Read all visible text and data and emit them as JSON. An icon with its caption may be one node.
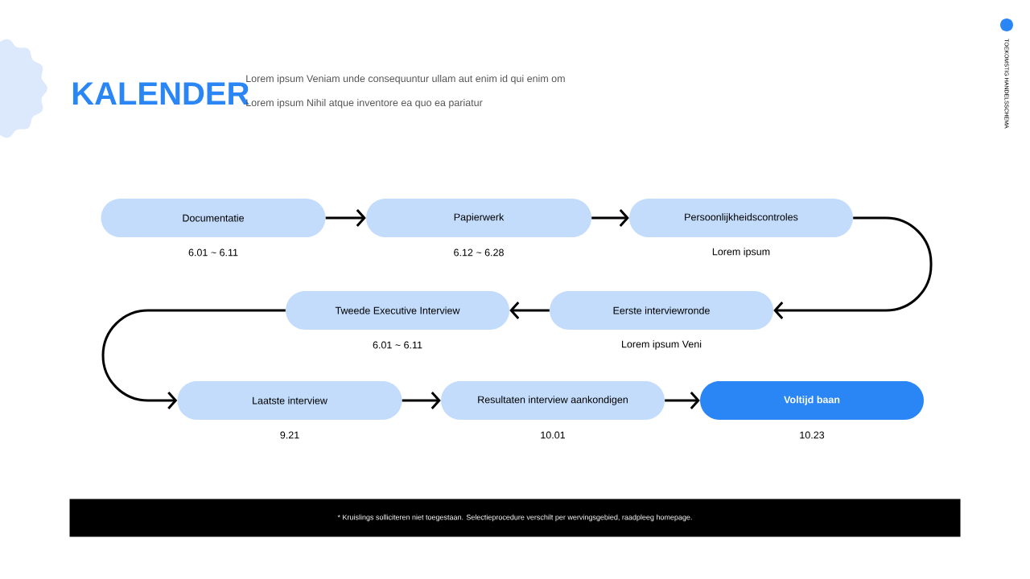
{
  "diagram": {
    "title": "KALENDER",
    "nodes": [
      {
        "text": [
          "Documentatie"
        ],
        "beside": [
          "6.01 ~ 6.11"
        ]
      },
      {
        "text": [
          "Papierwerk"
        ],
        "beside": [
          "6.12 ~ 6.28"
        ]
      },
      {
        "text": [
          "Persoonlijkheidscontroles"
        ],
        "beside": [
          "Lorem ipsum"
        ]
      },
      {
        "text": [
          "Eerste interviewronde"
        ],
        "beside": [
          "Lorem ipsum Veni"
        ]
      },
      {
        "text": [
          "Tweede Executive Interview"
        ],
        "beside": [
          "6.01 ~ 6.11"
        ]
      },
      {
        "text": [
          "Laatste interview"
        ],
        "beside": [
          "9.21"
        ]
      },
      {
        "text": [
          "Resultaten interview aankondigen"
        ],
        "beside": [
          "10.01"
        ]
      },
      {
        "text": [
          "Voltijd baan"
        ],
        "beside": [
          "10.23"
        ]
      },
      {
        "text": [
          "* Kruislings solliciteren niet toegestaan. Selectieprocedure verschilt per wervingsgebied, raadpleeg homepage."
        ]
      }
    ],
    "edges": [
      {
        "from": 0,
        "to": 1,
        "arrow": "to"
      },
      {
        "from": 1,
        "to": 2,
        "arrow": "to"
      },
      {
        "from": 2,
        "to": 3,
        "arrow": "to"
      },
      {
        "from": 3,
        "to": 4,
        "arrow": "to"
      },
      {
        "from": 4,
        "to": 5,
        "arrow": "to"
      },
      {
        "from": 5,
        "to": 6,
        "arrow": "to"
      },
      {
        "from": 6,
        "to": 7,
        "arrow": "to"
      }
    ],
    "labels": [
      "Lorem ipsum Veniam unde consequuntur ullam aut enim id qui enim om",
      "Lorem ipsum Nihil atque inventore ea quo ea pariatur",
      "TOEKOMSTIG HANDELSSCHEMA"
    ]
  }
}
